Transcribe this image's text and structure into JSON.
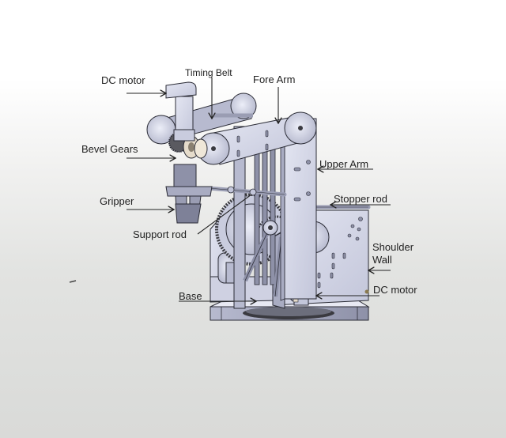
{
  "diagram": {
    "subject": "Robotic arm CAD model with labeled components",
    "colors": {
      "metal": "#d4d6e6",
      "metal_dark": "#9a9db3",
      "outline": "#2b2c36",
      "gear_dark": "#3a3a40",
      "gear_tan": "#e6dccb",
      "label_text": "#222222",
      "arrow": "#222222"
    },
    "labels": {
      "dc_motor_top": "DC motor",
      "timing_belt": "Timing Belt",
      "fore_arm": "Fore Arm",
      "bevel_gears": "Bevel Gears",
      "upper_arm": "Upper Arm",
      "gripper": "Gripper",
      "stopper_rod": "Stopper rod",
      "support_rod": "Support rod",
      "shoulder_wall_line1": "Shoulder",
      "shoulder_wall_line2": "Wall",
      "base": "Base",
      "dc_motor_bottom": "DC motor"
    }
  }
}
